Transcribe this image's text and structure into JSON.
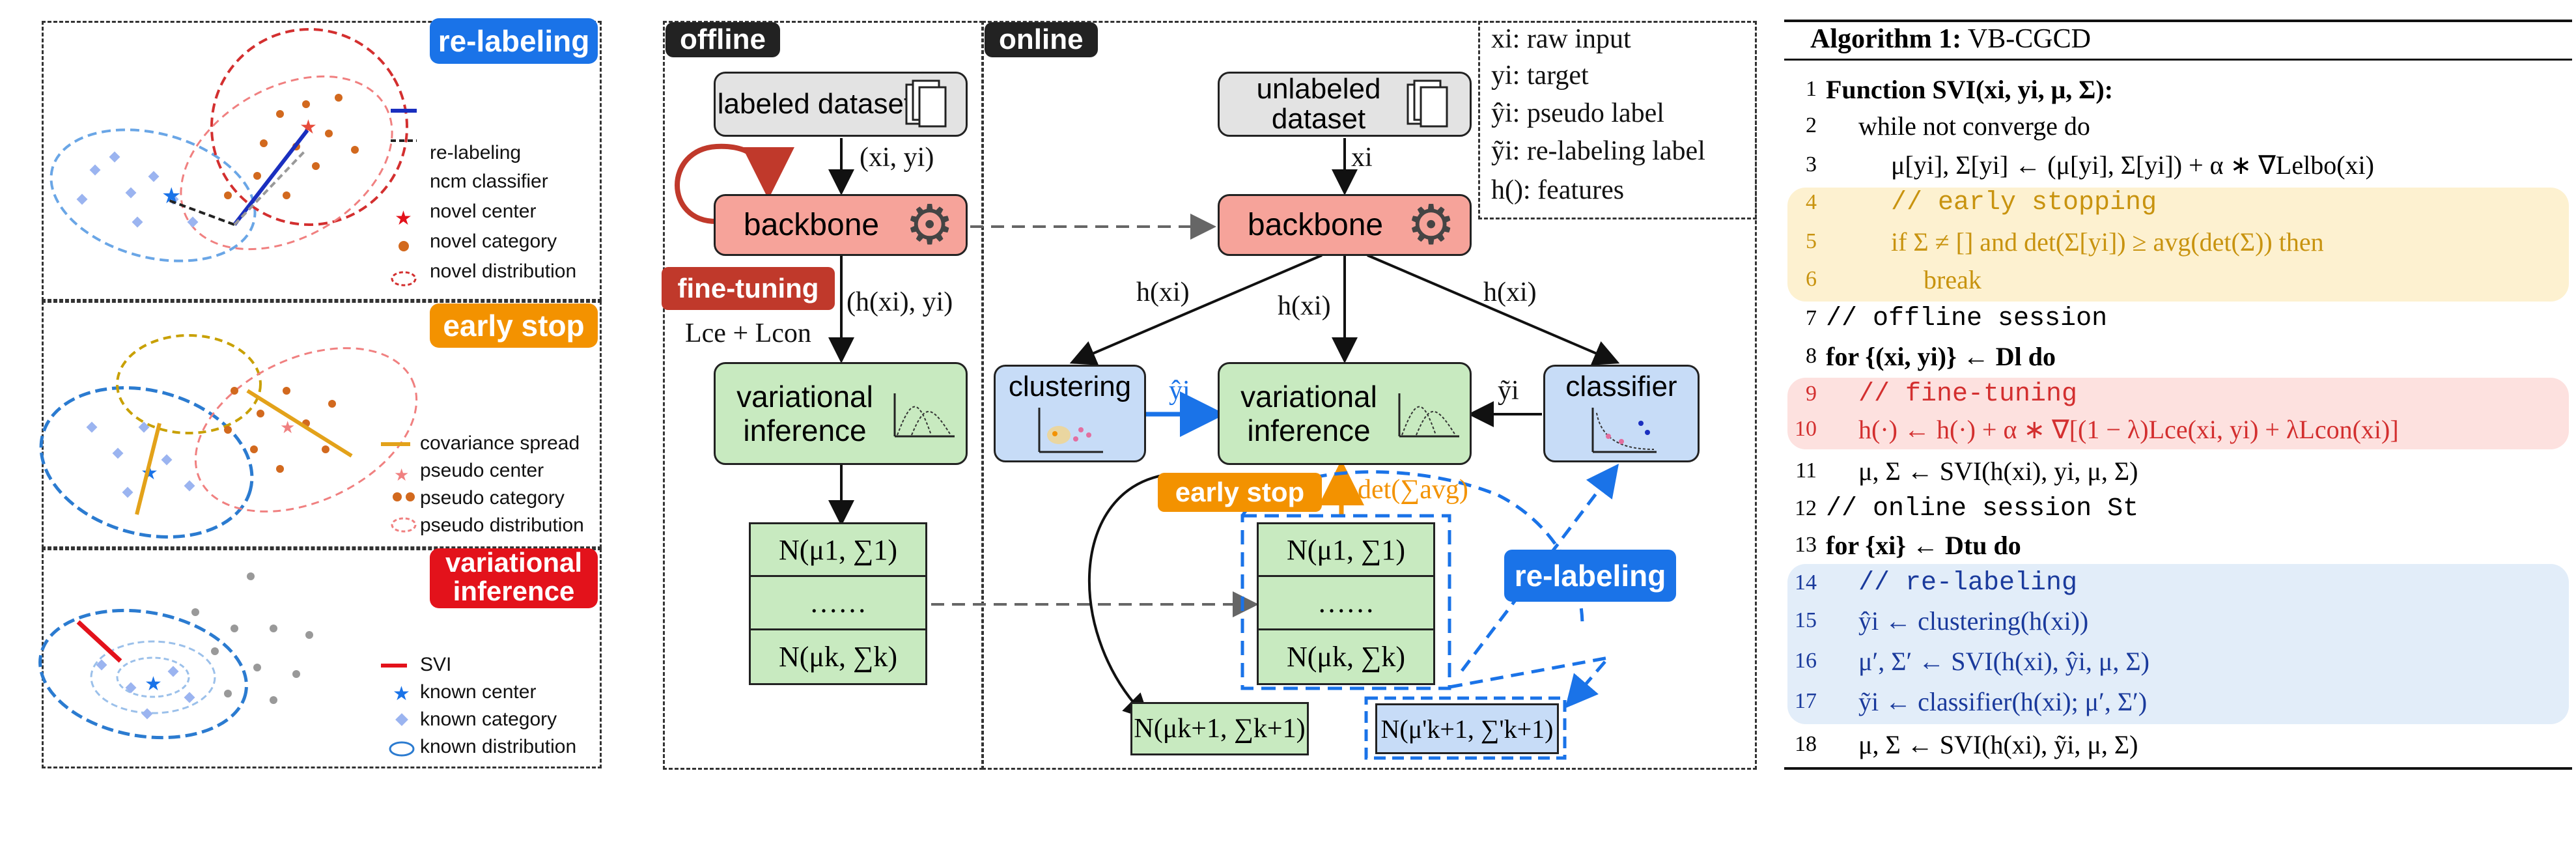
{
  "left_panels": {
    "relabel_title": "re-labeling",
    "early_title": "early stop",
    "vi_title": "variational inference",
    "legend1": [
      "re-labeling",
      "ncm classifier",
      "novel center",
      "novel category",
      "novel distribution"
    ],
    "legend2": [
      "covariance spread",
      "pseudo center",
      "pseudo category",
      "pseudo distribution"
    ],
    "legend3": [
      "SVI",
      "known center",
      "known category",
      "known distribution"
    ]
  },
  "diagram": {
    "offline_tab": "offline",
    "online_tab": "online",
    "labeled_dataset": "labeled dataset",
    "unlabeled_dataset": "unlabeled dataset",
    "backbone": "backbone",
    "fine_tuning": "fine-tuning",
    "variational_inference": "variational inference",
    "clustering": "clustering",
    "classifier": "classifier",
    "early_stop": "early stop",
    "re_labeling": "re-labeling",
    "edge_xy": "(xi, yi)",
    "edge_x": "xi",
    "edge_hxy": "(h(xi), yi)",
    "loss": "Lce + Lcon",
    "edge_hx": "h(xi)",
    "yhat": "ŷi",
    "ytilde": "ỹi",
    "det": "det(∑avg)",
    "gauss_rows": [
      "N(μ1, ∑1)",
      "……",
      "N(μk, ∑k)"
    ],
    "gauss_new": "N(μk+1, ∑k+1)",
    "gauss_new_prime": "N(μ'k+1, ∑'k+1)",
    "legend_box": [
      "xi: raw input",
      "yi: target",
      "ŷi: pseudo label",
      "ỹi: re-labeling label",
      "h(): features"
    ]
  },
  "algorithm": {
    "title_bold": "Algorithm 1:",
    "title": "VB-CGCD",
    "lines": [
      {
        "n": "1",
        "text": "Function SVI(xi, yi, μ, Σ):"
      },
      {
        "n": "2",
        "text": "while not converge do"
      },
      {
        "n": "3",
        "text": "μ[yi], Σ[yi] ← (μ[yi], Σ[yi]) + α ∗ ∇Lelbo(xi)"
      },
      {
        "n": "4",
        "text": "// early stopping"
      },
      {
        "n": "5",
        "text": "if Σ ≠ [] and det(Σ[yi]) ≥ avg(det(Σ)) then"
      },
      {
        "n": "6",
        "text": "break"
      },
      {
        "n": "7",
        "text": "// offline session"
      },
      {
        "n": "8",
        "text": "for {(xi, yi)} ← Dl do"
      },
      {
        "n": "9",
        "text": "// fine-tuning"
      },
      {
        "n": "10",
        "text": "h(·) ← h(·) + α ∗ ∇[(1 − λ)Lce(xi, yi) + λLcon(xi)]"
      },
      {
        "n": "11",
        "text": "μ, Σ ← SVI(h(xi), yi, μ, Σ)"
      },
      {
        "n": "12",
        "text": "// online session St"
      },
      {
        "n": "13",
        "text": "for {xi} ← Dtu do"
      },
      {
        "n": "14",
        "text": "// re-labeling"
      },
      {
        "n": "15",
        "text": "ŷi ← clustering(h(xi))"
      },
      {
        "n": "16",
        "text": "μ′, Σ′ ← SVI(h(xi), ŷi, μ, Σ)"
      },
      {
        "n": "17",
        "text": "ỹi ← classifier(h(xi); μ′, Σ′)"
      },
      {
        "n": "18",
        "text": "μ, Σ ← SVI(h(xi), ỹi, μ, Σ)"
      }
    ]
  },
  "colors": {
    "blue_accent": "#1a73e8",
    "orange_accent": "#f39200",
    "red_accent": "#e3121b",
    "yellow_band": "#fdf1d0",
    "red_band": "#fde1df",
    "blue_band": "#e2edf9"
  }
}
